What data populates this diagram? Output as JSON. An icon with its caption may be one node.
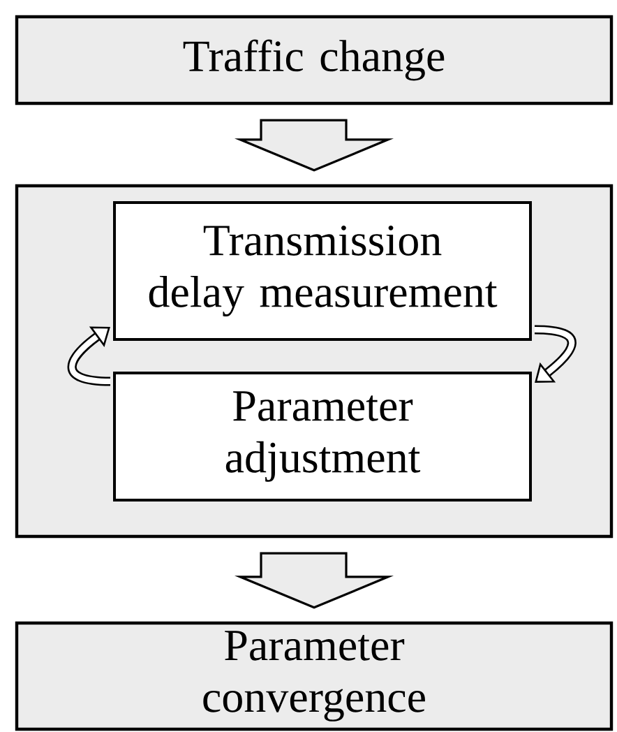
{
  "diagram": {
    "nodes": [
      {
        "text": [
          "Traffic change"
        ]
      },
      {
        "text": [],
        "shape": "box"
      },
      {
        "text": [
          "Transmission delay measurement"
        ],
        "in": 1
      },
      {
        "text": [
          "Parameter adjustment"
        ],
        "in": 1
      },
      {
        "text": [
          "Parameter convergence"
        ]
      }
    ],
    "edges": [
      {
        "from": 0,
        "to": 1,
        "arrow": "to"
      },
      {
        "from": 3,
        "to": 2,
        "arrow": "to"
      },
      {
        "from": 2,
        "to": 3,
        "arrow": "to"
      },
      {
        "from": 1,
        "to": 4,
        "arrow": "to"
      }
    ]
  }
}
